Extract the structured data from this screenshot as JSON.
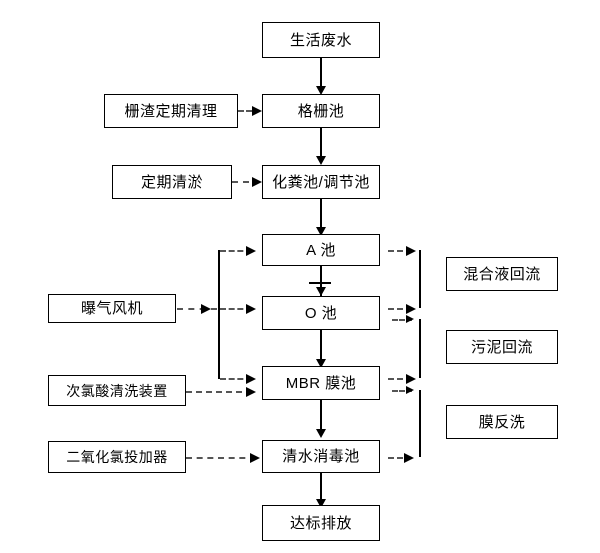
{
  "diagram": {
    "title": "",
    "colors": {
      "line_solid": "#000000",
      "line_dashed": "#555555",
      "box_border": "#000000",
      "box_fill": "#ffffff",
      "text": "#000000"
    },
    "nodes": {
      "influent": "生活废水",
      "grit_cleaning": "栅渣定期清理",
      "grille_tank": "格栅池",
      "desilting": "定期清淤",
      "septic_regulating_tank": "化粪池/调节池",
      "a_tank": "A 池",
      "o_tank": "O 池",
      "mbr_tank": "MBR 膜池",
      "disinfection_tank": "清水消毒池",
      "discharge": "达标排放",
      "aeration_blower": "曝气风机",
      "hypochlorous_cleaning_device": "次氯酸清洗装置",
      "chlorine_dioxide_doser": "二氧化氯投加器",
      "mixed_liquor_return": "混合液回流",
      "sludge_return": "污泥回流",
      "membrane_backwash": "膜反洗"
    },
    "edges": [
      {
        "from": "influent",
        "to": "grille_tank",
        "style": "solid"
      },
      {
        "from": "grit_cleaning",
        "to": "grille_tank",
        "style": "dashed"
      },
      {
        "from": "grille_tank",
        "to": "septic_regulating_tank",
        "style": "solid"
      },
      {
        "from": "desilting",
        "to": "septic_regulating_tank",
        "style": "dashed"
      },
      {
        "from": "septic_regulating_tank",
        "to": "a_tank",
        "style": "solid"
      },
      {
        "from": "a_tank",
        "to": "o_tank",
        "style": "solid"
      },
      {
        "from": "o_tank",
        "to": "mbr_tank",
        "style": "solid"
      },
      {
        "from": "mbr_tank",
        "to": "disinfection_tank",
        "style": "solid"
      },
      {
        "from": "disinfection_tank",
        "to": "discharge",
        "style": "solid"
      },
      {
        "from": "aeration_blower",
        "to": "a_tank",
        "style": "dashed"
      },
      {
        "from": "aeration_blower",
        "to": "o_tank",
        "style": "dashed"
      },
      {
        "from": "aeration_blower",
        "to": "mbr_tank",
        "style": "dashed"
      },
      {
        "from": "hypochlorous_cleaning_device",
        "to": "mbr_tank",
        "style": "dashed"
      },
      {
        "from": "chlorine_dioxide_doser",
        "to": "disinfection_tank",
        "style": "dashed"
      },
      {
        "from": "a_tank",
        "to": "mixed_liquor_return",
        "style": "dashed"
      },
      {
        "from": "o_tank",
        "to": "mixed_liquor_return",
        "style": "dashed"
      },
      {
        "from": "o_tank",
        "to": "sludge_return",
        "style": "dashed"
      },
      {
        "from": "mbr_tank",
        "to": "sludge_return",
        "style": "dashed"
      },
      {
        "from": "mbr_tank",
        "to": "membrane_backwash",
        "style": "dashed"
      },
      {
        "from": "disinfection_tank",
        "to": "membrane_backwash",
        "style": "dashed"
      }
    ]
  }
}
